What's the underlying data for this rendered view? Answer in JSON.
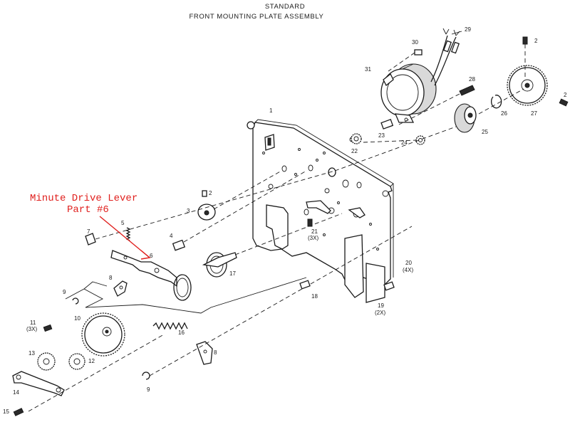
{
  "title": {
    "line1": "STANDARD",
    "line2": "FRONT MOUNTING PLATE ASSEMBLY"
  },
  "annotation": {
    "line1": "Minute Drive Lever",
    "line2": "Part #6",
    "color": "#e0201e"
  },
  "labels": {
    "p1": "1",
    "p2a": "2",
    "p2b": "2",
    "p2c": "2",
    "p3": "3",
    "p4": "4",
    "p5": "5",
    "p6": "6",
    "p7": "7",
    "p8a": "8",
    "p8b": "8",
    "p9a": "9",
    "p9b": "9",
    "p10": "10",
    "p11": "11",
    "p11q": "(3X)",
    "p12": "12",
    "p13": "13",
    "p14": "14",
    "p15": "15",
    "p16": "16",
    "p17": "17",
    "p18": "18",
    "p19": "19",
    "p19q": "(2X)",
    "p20": "20",
    "p20q": "(4X)",
    "p21": "21",
    "p21q": "(3X)",
    "p22": "22",
    "p23": "23",
    "p24": "24",
    "p25": "25",
    "p26": "26",
    "p27": "27",
    "p28": "28",
    "p29": "29",
    "p30": "30",
    "p31": "31"
  }
}
